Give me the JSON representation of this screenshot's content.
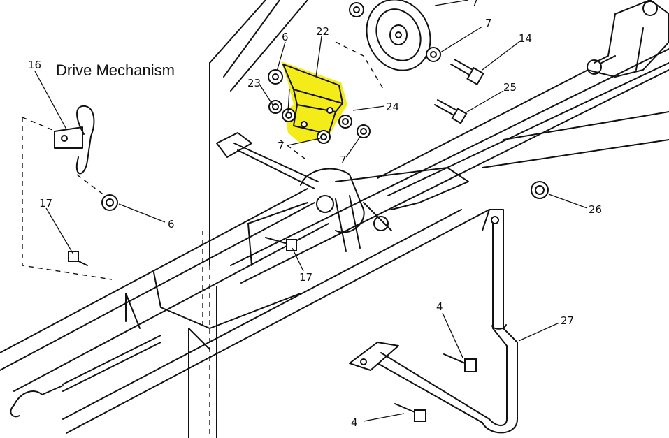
{
  "title": "Drive Mechanism",
  "highlight_color": "#f2ea00",
  "callouts": [
    "16",
    "6",
    "22",
    "23",
    "7",
    "24",
    "7",
    "7",
    "25",
    "14",
    "7",
    "6",
    "17",
    "17",
    "26",
    "4",
    "27",
    "4"
  ]
}
